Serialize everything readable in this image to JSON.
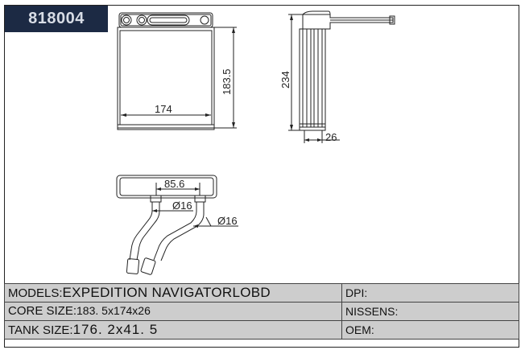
{
  "part_number": "818004",
  "dimensions": {
    "width": "174",
    "height": "183.5",
    "overall_height": "234",
    "thickness": "26",
    "tank_pitch": "85.6",
    "pipe_diameter_1": "Ø16",
    "pipe_diameter_2": "Ø16"
  },
  "specs": {
    "models_label": "MODELS:",
    "models_value": "EXPEDITION NAVIGATORLOBD",
    "core_label": "CORE SIZE:",
    "core_value": "183. 5x174x26",
    "tank_label": "TANK SIZE:",
    "tank_value": "176. 2x41. 5",
    "dpi_label": "DPI:",
    "nissens_label": "NISSENS:",
    "oem_label": "OEM:"
  },
  "colors": {
    "badge_bg": "#1c2a44",
    "table_bg": "#cdcdcd",
    "line": "#222222"
  }
}
